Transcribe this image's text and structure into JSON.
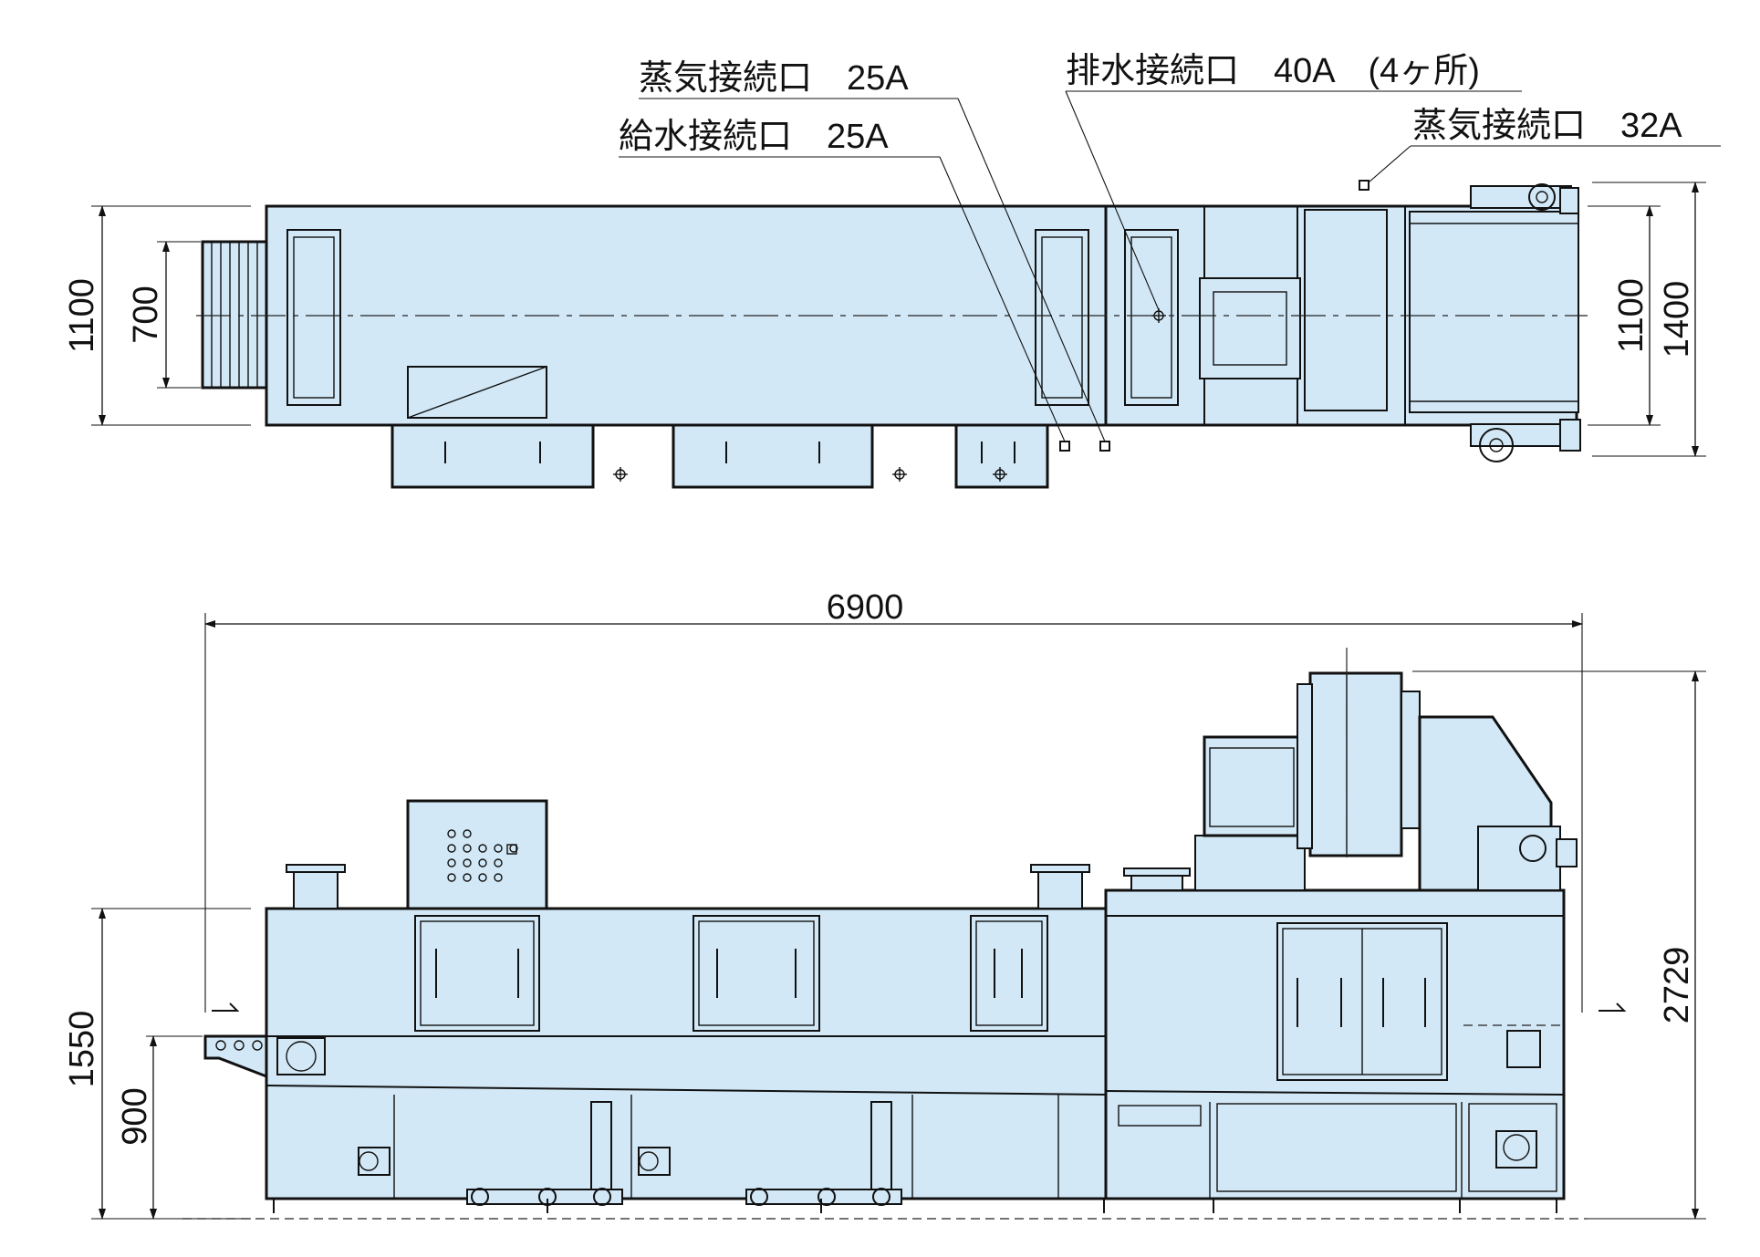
{
  "colors": {
    "body_fill": "#d2e8f6",
    "line": "#111111",
    "background": "#ffffff"
  },
  "notes": {
    "steam_25a": "蒸気接続口　25A",
    "water_25a": "給水接続口　25A",
    "drain_40a": "排水接続口　40A　(4ヶ所)",
    "steam_32a": "蒸気接続口　32A"
  },
  "dimensions": {
    "plan_width_left": "1100",
    "plan_inlet_width": "700",
    "plan_width_right": "1100",
    "plan_total_width": "1400",
    "total_length": "6900",
    "height_to_top": "1550",
    "conveyor_height": "900",
    "total_height": "2729"
  }
}
